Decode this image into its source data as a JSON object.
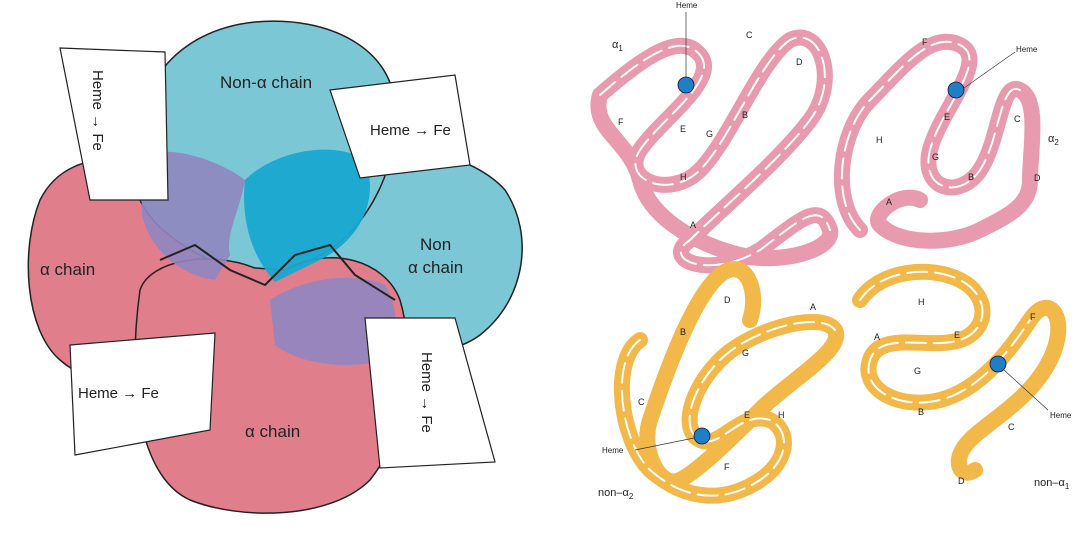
{
  "left_panel": {
    "chain_labels": {
      "non_alpha_top": "Non-α chain",
      "non_alpha_right_1": "Non",
      "non_alpha_right_2": "α chain",
      "alpha_left": "α chain",
      "alpha_bottom": "α chain"
    },
    "heme_fe_labels": [
      "Heme → Fe",
      "Heme → Fe",
      "Heme → Fe",
      "Heme → Fe"
    ],
    "colors": {
      "alpha": "#e07e8c",
      "non_alpha": "#7cc7d6",
      "overlap": "#8f86c0",
      "cyan_deep": "#19a8d0"
    }
  },
  "right_panel": {
    "subunits": [
      {
        "id": "alpha1",
        "name_main": "α",
        "name_sub": "1",
        "heme_label": "Heme",
        "helices": [
          "A",
          "B",
          "C",
          "D",
          "E",
          "F",
          "G",
          "H"
        ],
        "color": "#e89aae"
      },
      {
        "id": "alpha2",
        "name_main": "α",
        "name_sub": "2",
        "heme_label": "Heme",
        "helices": [
          "A",
          "B",
          "C",
          "D",
          "E",
          "F",
          "G",
          "H"
        ],
        "color": "#e89aae"
      },
      {
        "id": "non_alpha2",
        "name_main": "non–α",
        "name_sub": "2",
        "heme_label": "Heme",
        "helices": [
          "A",
          "B",
          "C",
          "D",
          "E",
          "F",
          "G",
          "H"
        ],
        "color": "#f2b84a"
      },
      {
        "id": "non_alpha1",
        "name_main": "non–α",
        "name_sub": "1",
        "heme_label": "Heme",
        "helices": [
          "A",
          "B",
          "C",
          "D",
          "E",
          "F",
          "G",
          "H"
        ],
        "color": "#f2b84a"
      }
    ]
  }
}
